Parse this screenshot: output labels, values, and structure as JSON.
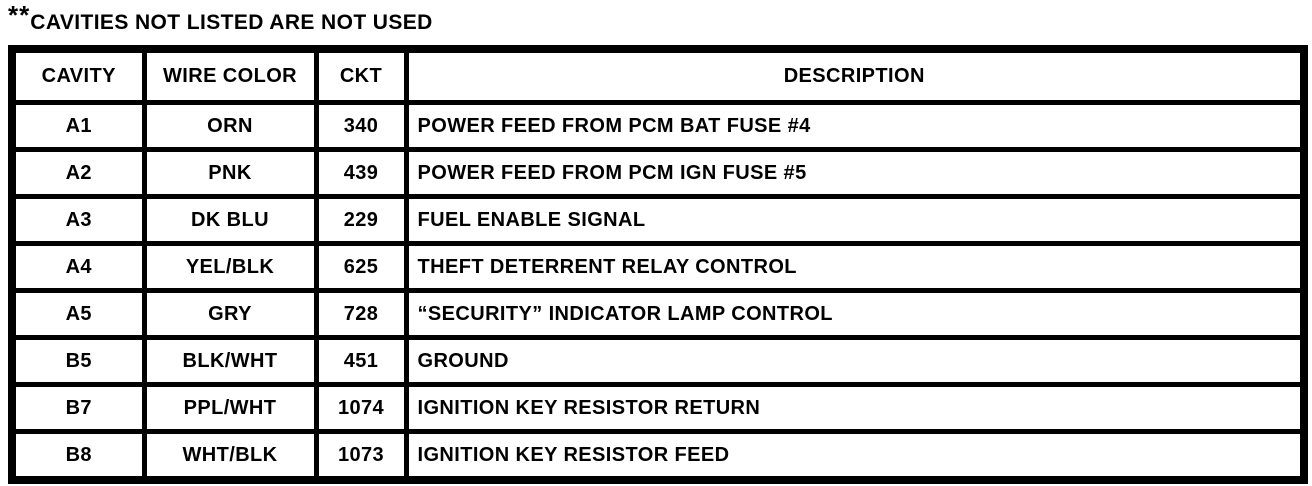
{
  "note": {
    "prefix": "**",
    "text": "CAVITIES NOT LISTED ARE NOT USED"
  },
  "table": {
    "columns": [
      "CAVITY",
      "WIRE COLOR",
      "CKT",
      "DESCRIPTION"
    ],
    "rows": [
      {
        "cavity": "A1",
        "wire_color": "ORN",
        "ckt": "340",
        "description": "POWER FEED FROM PCM BAT FUSE #4"
      },
      {
        "cavity": "A2",
        "wire_color": "PNK",
        "ckt": "439",
        "description": "POWER FEED FROM PCM IGN FUSE #5"
      },
      {
        "cavity": "A3",
        "wire_color": "DK BLU",
        "ckt": "229",
        "description": "FUEL ENABLE SIGNAL"
      },
      {
        "cavity": "A4",
        "wire_color": "YEL/BLK",
        "ckt": "625",
        "description": "THEFT DETERRENT RELAY CONTROL"
      },
      {
        "cavity": "A5",
        "wire_color": "GRY",
        "ckt": "728",
        "description": "“SECURITY” INDICATOR LAMP CONTROL"
      },
      {
        "cavity": "B5",
        "wire_color": "BLK/WHT",
        "ckt": "451",
        "description": "GROUND"
      },
      {
        "cavity": "B7",
        "wire_color": "PPL/WHT",
        "ckt": "1074",
        "description": "IGNITION KEY RESISTOR RETURN"
      },
      {
        "cavity": "B8",
        "wire_color": "WHT/BLK",
        "ckt": "1073",
        "description": "IGNITION KEY RESISTOR FEED"
      }
    ]
  },
  "colors": {
    "ink": "#000000",
    "paper": "#ffffff"
  }
}
